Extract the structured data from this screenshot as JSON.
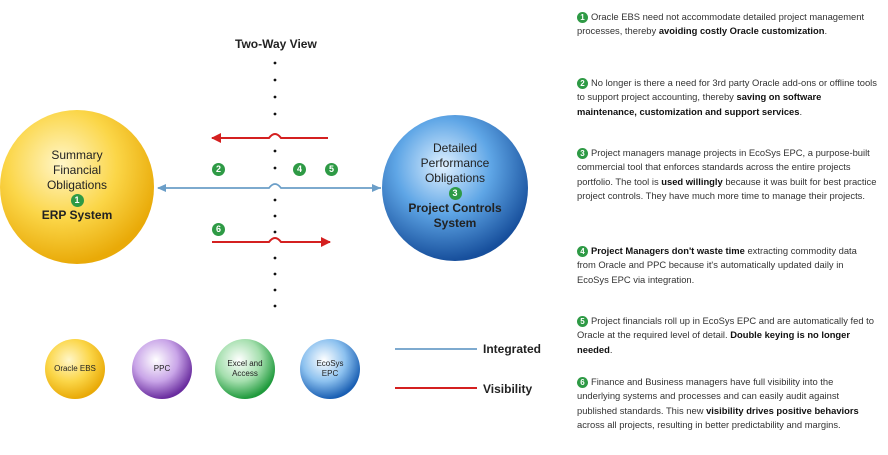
{
  "diagram": {
    "title": "Two-Way View",
    "erp_circle": {
      "lines": [
        "Summary",
        "Financial",
        "Obligations"
      ],
      "badge": "1",
      "system": "ERP System",
      "color": "#f5c21b"
    },
    "epc_circle": {
      "lines": [
        "Detailed",
        "Performance",
        "Obligations"
      ],
      "badge": "3",
      "system_lines": [
        "Project Controls",
        "System"
      ],
      "color": "#1e6fc4"
    },
    "badges": [
      "2",
      "4",
      "5",
      "6"
    ],
    "legend": {
      "integrated": {
        "label": "Integrated",
        "color": "#6b9ec8"
      },
      "visibility": {
        "label": "Visibility",
        "color": "#d42020"
      }
    },
    "tools": [
      {
        "label": "Oracle EBS",
        "color": "#f5c21b"
      },
      {
        "label": "PPC",
        "color": "#7b3db0"
      },
      {
        "label": "Excel and Access",
        "color": "#2eaa4a"
      },
      {
        "label": "EcoSys EPC",
        "color": "#1e6fc4"
      }
    ]
  },
  "notes": [
    {
      "badge": "1",
      "parts": [
        {
          "t": "Oracle EBS need not accommodate detailed project management processes, thereby ",
          "b": false
        },
        {
          "t": "avoiding costly Oracle customization",
          "b": true
        },
        {
          "t": ".",
          "b": false
        }
      ]
    },
    {
      "badge": "2",
      "parts": [
        {
          "t": "No longer is there a need for 3rd party Oracle add-ons or offline tools to support project accounting, thereby ",
          "b": false
        },
        {
          "t": "saving on software maintenance, customization and support services",
          "b": true
        },
        {
          "t": ".",
          "b": false
        }
      ]
    },
    {
      "badge": "3",
      "parts": [
        {
          "t": "Project managers manage projects in EcoSys EPC, a purpose-built commercial tool that enforces standards across the entire projects portfolio.  The tool is ",
          "b": false
        },
        {
          "t": "used willingly",
          "b": true
        },
        {
          "t": " because it was built for best practice project controls.  They have much more time to manage their projects.",
          "b": false
        }
      ]
    },
    {
      "badge": "4",
      "parts": [
        {
          "t": "Project Managers don't waste time",
          "b": true
        },
        {
          "t": " extracting commodity data from Oracle and PPC because it's automatically updated daily in EcoSys EPC via integration.",
          "b": false
        }
      ]
    },
    {
      "badge": "5",
      "parts": [
        {
          "t": "Project financials roll up in EcoSys EPC and are automatically fed to Oracle at the required level of detail.  ",
          "b": false
        },
        {
          "t": "Double keying is no longer needed",
          "b": true
        },
        {
          "t": ".",
          "b": false
        }
      ]
    },
    {
      "badge": "6",
      "parts": [
        {
          "t": "Finance and Business managers have full visibility into the underlying systems and processes and can easily audit against published standards.  This new ",
          "b": false
        },
        {
          "t": "visibility drives positive behaviors",
          "b": true
        },
        {
          "t": " across all projects, resulting in better predictability and margins.",
          "b": false
        }
      ]
    }
  ]
}
